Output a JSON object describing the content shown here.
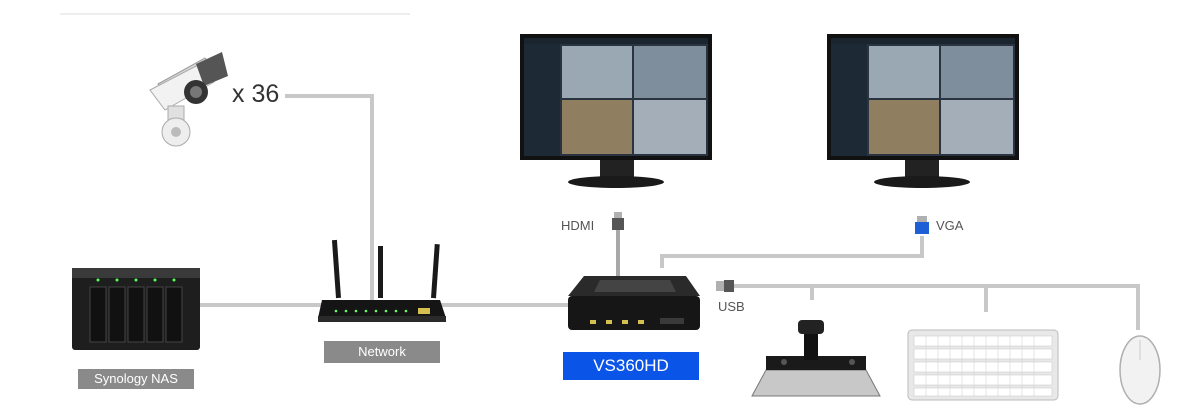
{
  "camera": {
    "count_label": "x 36"
  },
  "labels": {
    "nas": "Synology NAS",
    "network": "Network",
    "device": "VS360HD",
    "hdmi": "HDMI",
    "vga": "VGA",
    "usb": "USB"
  },
  "colors": {
    "cable": "#c8c8c8",
    "device_label_bg": "#0a55e8",
    "gray_label_bg": "#8a8a8a",
    "vga_connector": "#1f5fd6"
  },
  "icons": [
    "ip-camera-icon",
    "nas-icon",
    "router-icon",
    "monitor-icon",
    "nvr-device-icon",
    "joystick-icon",
    "keyboard-icon",
    "mouse-icon"
  ]
}
